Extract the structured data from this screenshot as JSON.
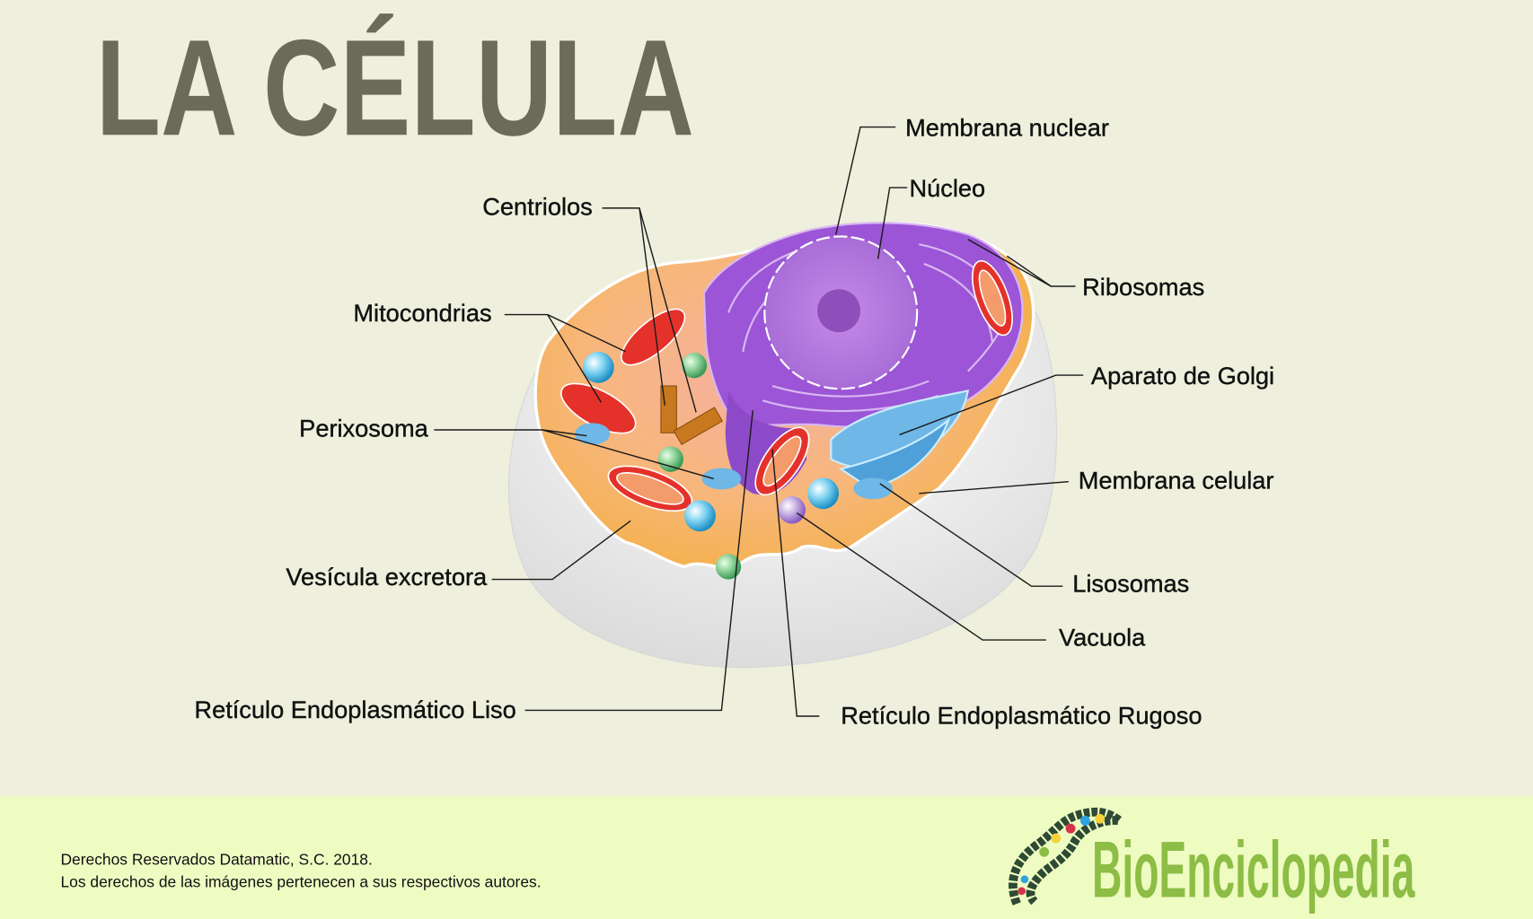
{
  "title": "LA CÉLULA",
  "labels": {
    "membrana_nuclear": "Membrana nuclear",
    "nucleo": "Núcleo",
    "centriolos": "Centriolos",
    "ribosomas": "Ribosomas",
    "mitocondrias": "Mitocondrias",
    "aparato_golgi": "Aparato de Golgi",
    "perixosoma": "Perixosoma",
    "membrana_celular": "Membrana celular",
    "lisosomas": "Lisosomas",
    "vacuola": "Vacuola",
    "vesicula_excretora": "Vesícula excretora",
    "re_liso": "Retículo Endoplasmático Liso",
    "re_rugoso": "Retículo Endoplasmático Rugoso"
  },
  "footer": {
    "copyright": "Derechos Reservados Datamatic, S.C. 2018.",
    "image_rights": "Los derechos de las imágenes pertenecen a sus respectivos autores.",
    "logo_text": "BioEnciclopedia"
  },
  "colors": {
    "background": "#eeefdc",
    "footer": "#eefcc2",
    "title": "#6a6b58",
    "logo": "#8dbd45"
  }
}
